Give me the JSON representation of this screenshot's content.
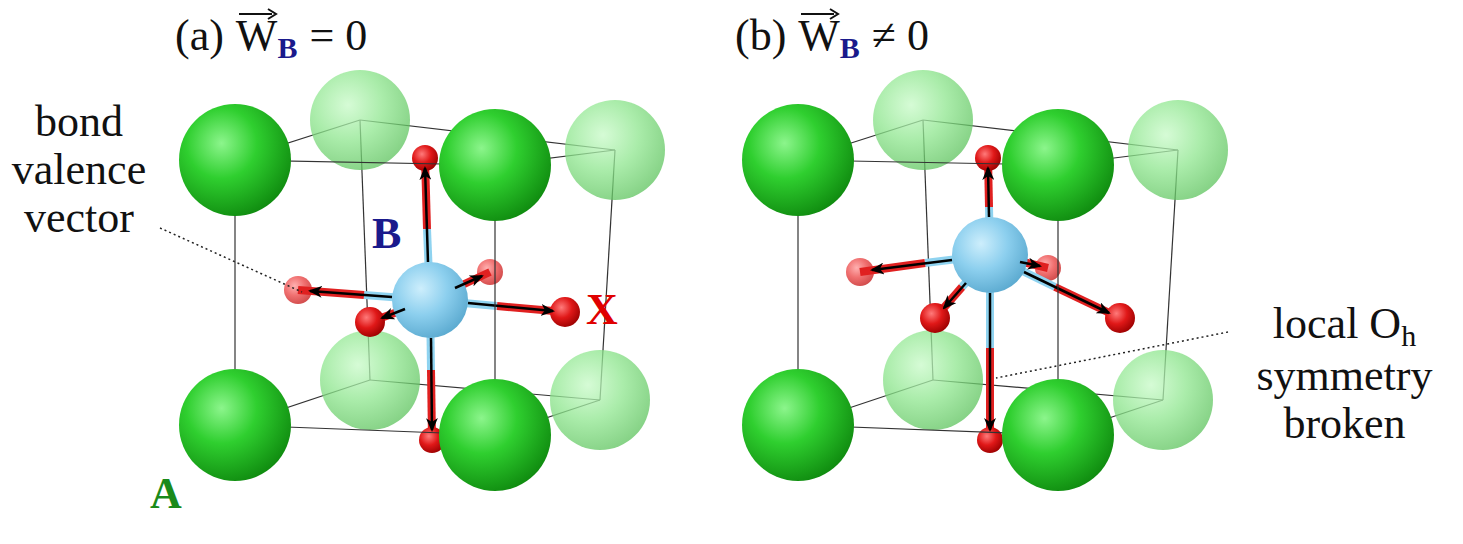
{
  "diagram": {
    "labels": [
      "(a)",
      "W",
      "B",
      "= 0",
      "(b)",
      "W",
      "B",
      "≠ 0",
      "bond valence vector",
      "B",
      "X",
      "A",
      "local O",
      "h",
      "symmetry broken"
    ]
  }
}
